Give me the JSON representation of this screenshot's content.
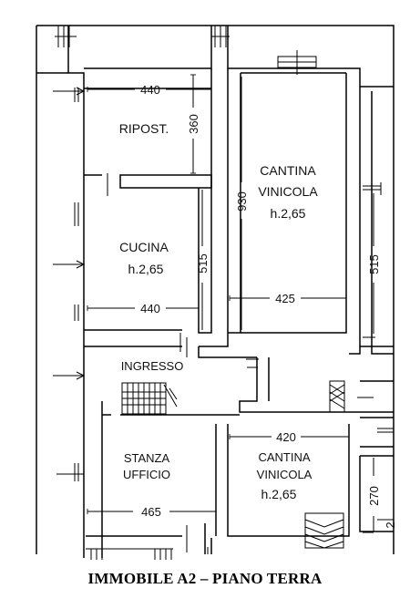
{
  "title": "IMMOBILE A2 – PIANO TERRA",
  "rooms": {
    "ripostiglio": "RIPOST.",
    "cucina": {
      "name": "CUCINA",
      "height": "h.2,65"
    },
    "cantina_top": {
      "line1": "CANTINA",
      "line2": "VINICOLA",
      "height": "h.2,65"
    },
    "ingresso": "INGRESSO",
    "stanza_ufficio": {
      "line1": "STANZA",
      "line2": "UFFICIO"
    },
    "cantina_bottom": {
      "line1": "CANTINA",
      "line2": "VINICOLA",
      "height": "h.2,65"
    }
  },
  "dimensions": {
    "ripost_width": "440",
    "ripost_height": "360",
    "cucina_width": "440",
    "cucina_height": "515",
    "cantina_height": "930",
    "cantina_width": "425",
    "right_height": "515",
    "cantina_bottom_width": "420",
    "ufficio_width": "465",
    "small_height": "270",
    "corner_fragment": "2"
  }
}
